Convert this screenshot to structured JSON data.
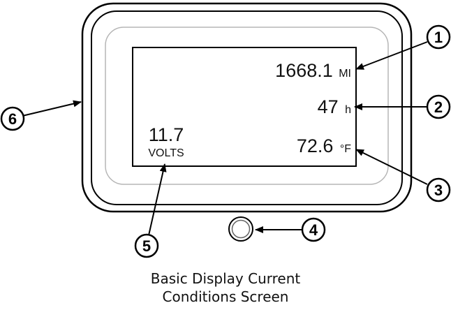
{
  "display": {
    "odometer": {
      "value": "1668.1",
      "unit": "MI"
    },
    "hours": {
      "value": "47",
      "unit": "h"
    },
    "temperature": {
      "value": "72.6",
      "unit": "°F"
    },
    "voltage": {
      "value": "11.7",
      "unit": "VOLTS"
    }
  },
  "callouts": [
    "1",
    "2",
    "3",
    "4",
    "5",
    "6"
  ],
  "caption": {
    "line1": "Basic Display Current",
    "line2": "Conditions Screen"
  }
}
